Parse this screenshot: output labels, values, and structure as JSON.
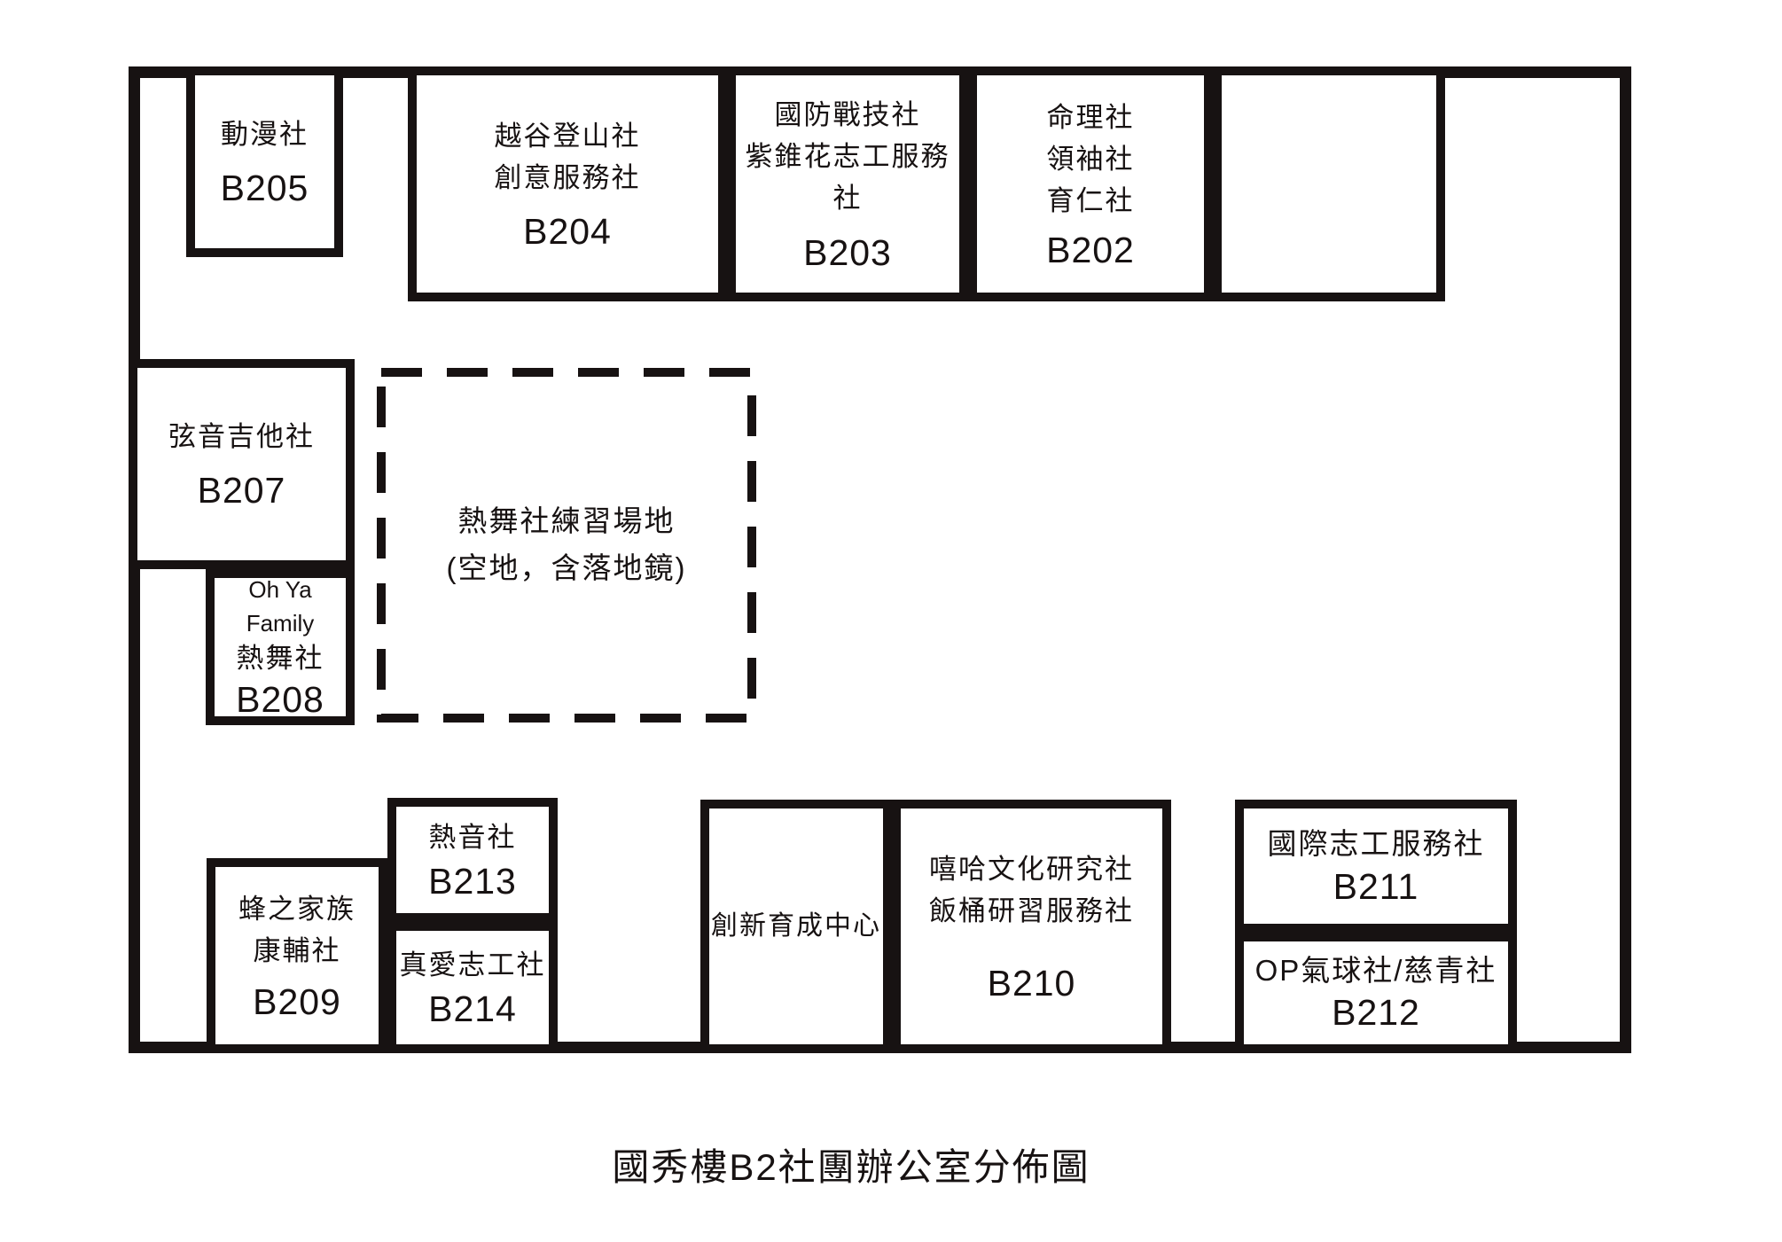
{
  "title": "國秀樓B2社團辦公室分佈圖",
  "colors": {
    "ink": "#171212",
    "background": "#ffffff"
  },
  "rooms": {
    "b205": {
      "lines": [
        "動漫社"
      ],
      "id": "B205"
    },
    "b204": {
      "lines": [
        "越谷登山社",
        "創意服務社"
      ],
      "id": "B204"
    },
    "b203": {
      "lines": [
        "國防戰技社",
        "紫錐花志工服務社"
      ],
      "id": "B203"
    },
    "b202": {
      "lines": [
        "命理社",
        "領袖社",
        "育仁社"
      ],
      "id": "B202"
    },
    "b207": {
      "lines": [
        "弦音吉他社"
      ],
      "id": "B207"
    },
    "b208": {
      "small": "Oh Ya Family",
      "lines": [
        "熱舞社"
      ],
      "id": "B208"
    },
    "dance_area": {
      "lines": [
        "熱舞社練習場地",
        "(空地，含落地鏡)"
      ]
    },
    "b209": {
      "lines": [
        "蜂之家族",
        "康輔社"
      ],
      "id": "B209"
    },
    "b213": {
      "lines": [
        "熱音社"
      ],
      "id": "B213"
    },
    "b214": {
      "lines": [
        "真愛志工社"
      ],
      "id": "B214"
    },
    "incubation": {
      "lines": [
        "創新育成中心"
      ]
    },
    "b210": {
      "lines": [
        "嘻哈文化研究社",
        "飯桶研習服務社"
      ],
      "id": "B210"
    },
    "b211": {
      "lines": [
        "國際志工服務社"
      ],
      "id": "B211"
    },
    "b212": {
      "lines": [
        "OP氣球社/慈青社"
      ],
      "id": "B212"
    }
  }
}
